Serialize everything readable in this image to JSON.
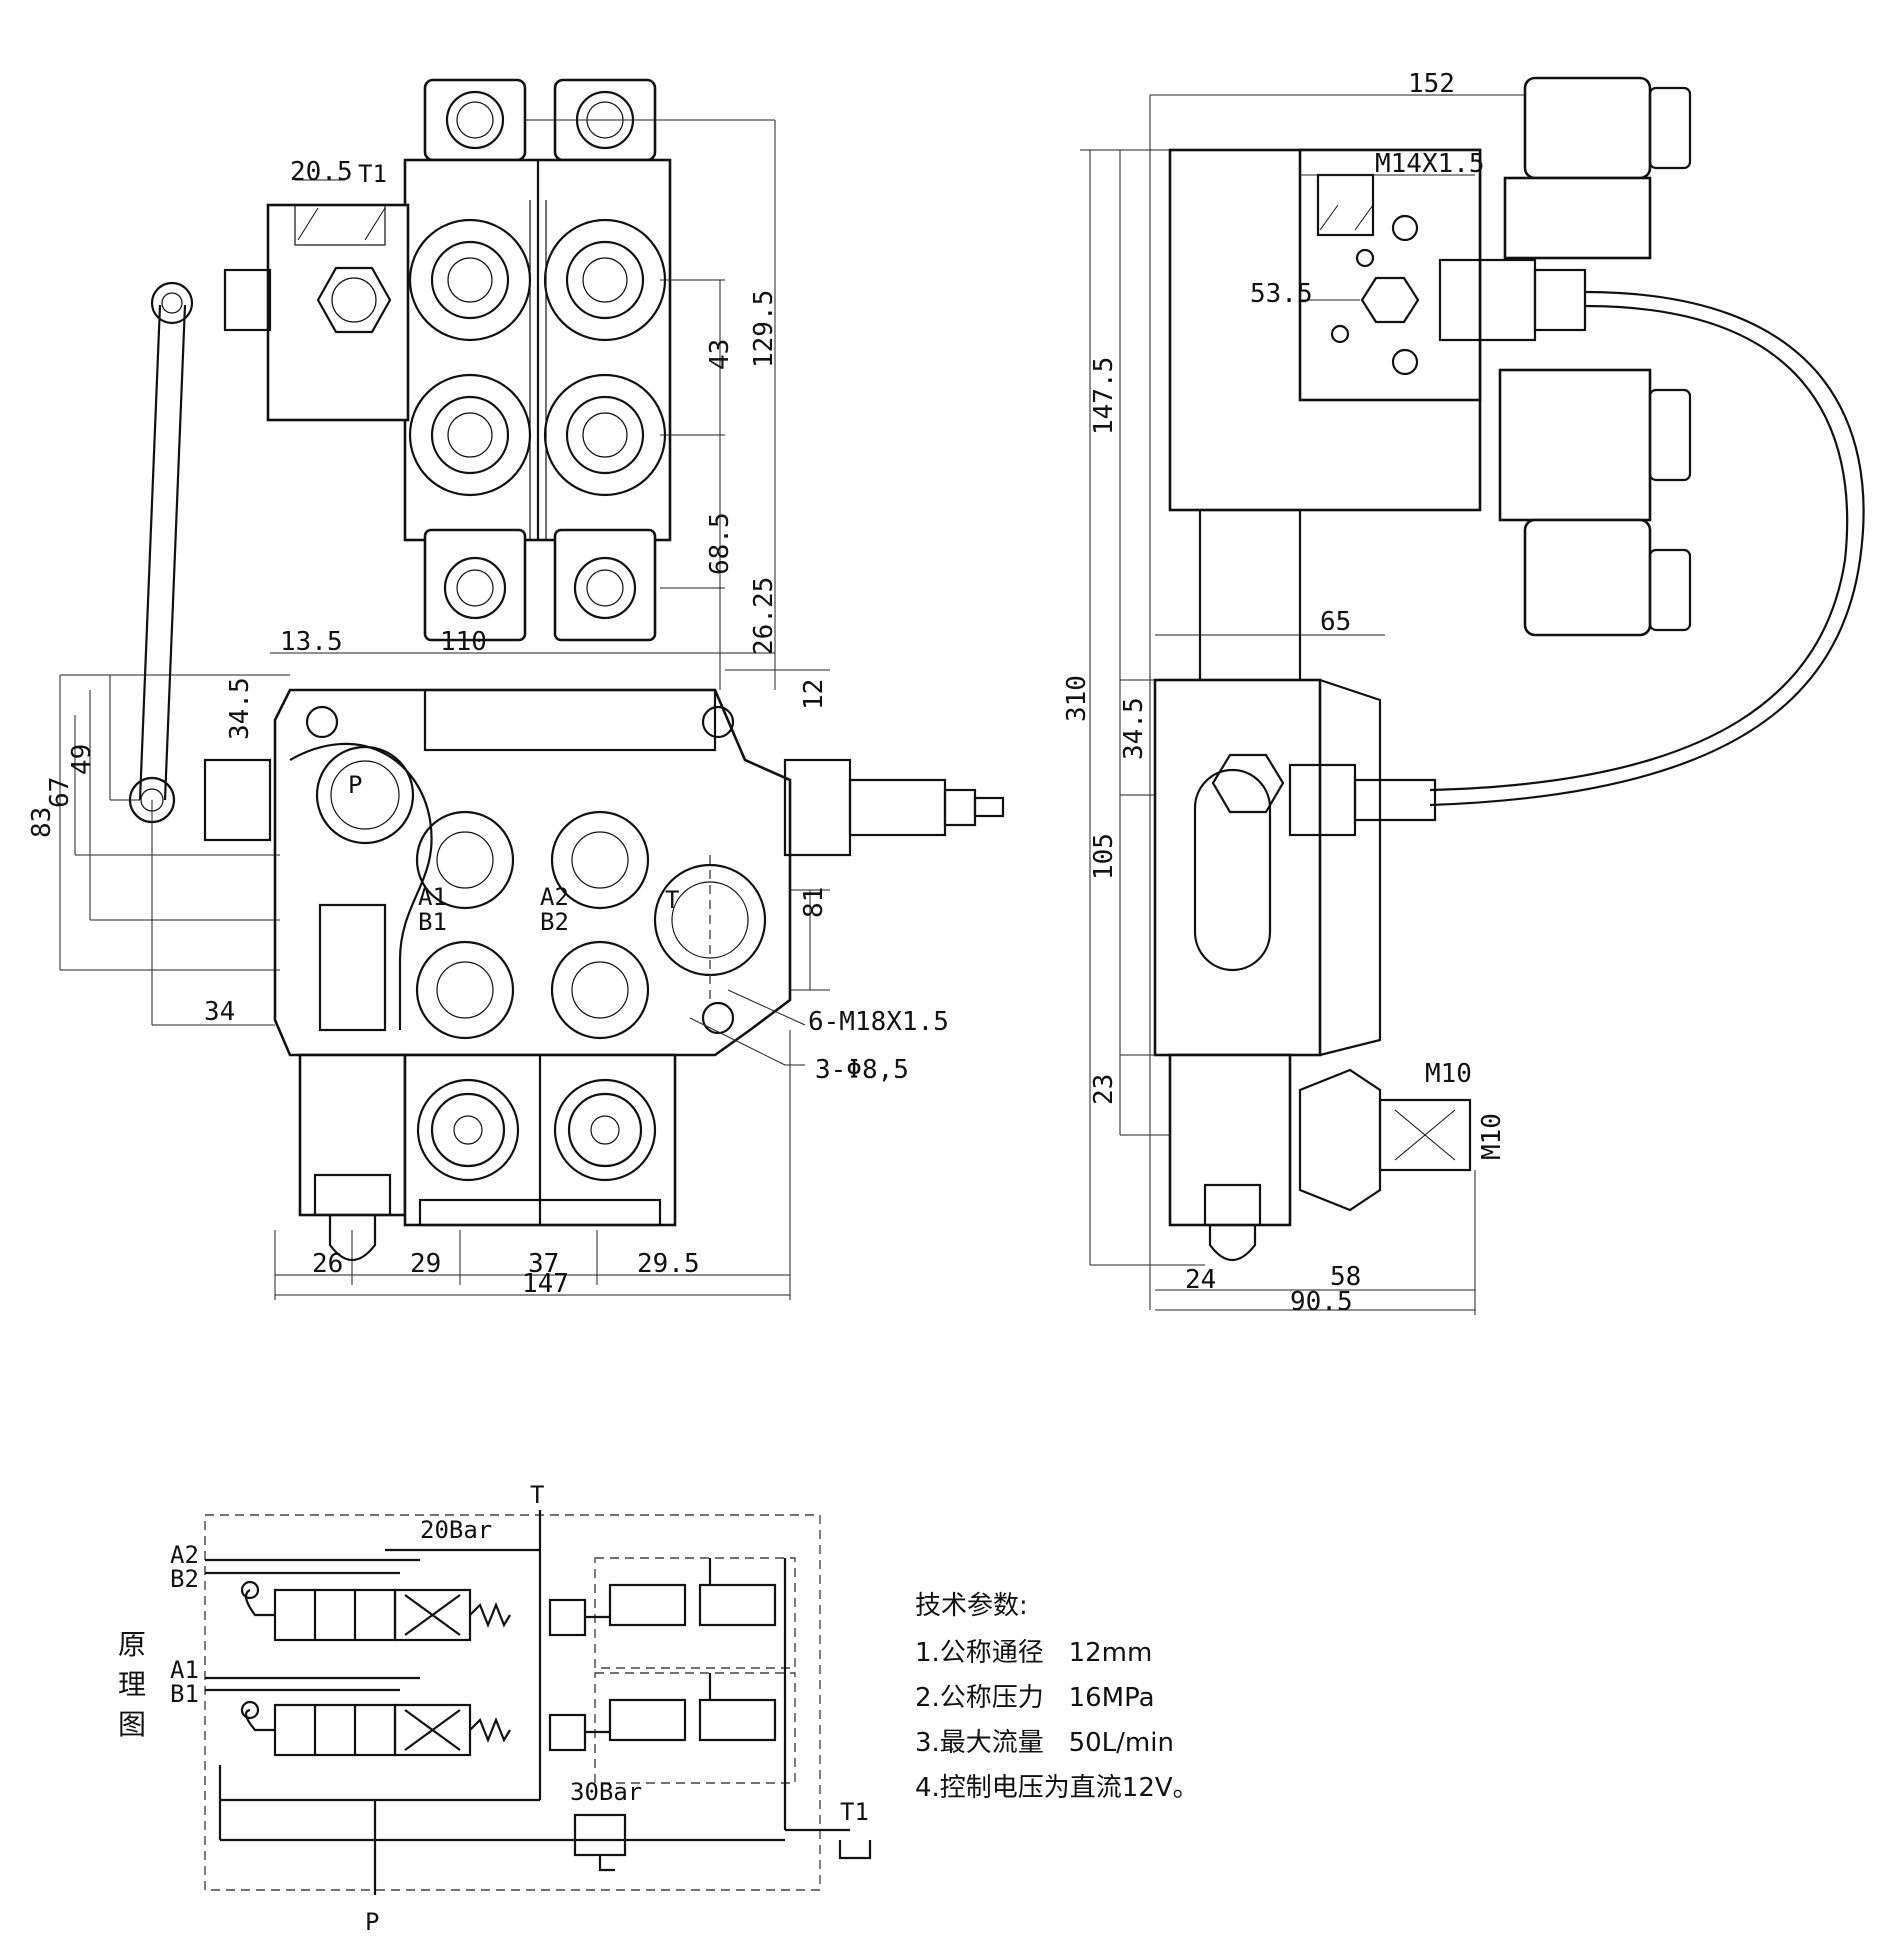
{
  "views": {
    "front": {
      "ports": {
        "t1": "T1",
        "p": "P",
        "a1": "A1",
        "b1": "B1",
        "a2": "A2",
        "b2": "B2",
        "t": "T"
      },
      "dimensions": {
        "d20_5": "20.5",
        "d129_5": "129.5",
        "d43": "43",
        "d68_5": "68.5",
        "d26_25": "26.25",
        "d13_5": "13.5",
        "d110": "110",
        "d12": "12",
        "d34_5": "34.5",
        "d49": "49",
        "d67": "67",
        "d83": "83",
        "d81": "81",
        "d34": "34",
        "d26": "26",
        "d29": "29",
        "d37": "37",
        "d29_5": "29.5",
        "d147": "147"
      },
      "callouts": {
        "thread": "6-M18X1.5",
        "holes": "3-Φ8,5"
      }
    },
    "side": {
      "dimensions": {
        "d152": "152",
        "d147_5": "147.5",
        "d53_5": "53.5",
        "d310": "310",
        "d65": "65",
        "d34_5": "34.5",
        "d105": "105",
        "d23": "23",
        "d24": "24",
        "d58": "58",
        "d90_5": "90.5"
      },
      "callouts": {
        "thread_top": "M14X1.5",
        "m10_a": "M10",
        "m10_b": "M10"
      }
    }
  },
  "schematic": {
    "title": "原理图",
    "labels": {
      "t": "T",
      "p": "P",
      "t1": "T1",
      "a2": "A2",
      "b2": "B2",
      "a1": "A1",
      "b1": "B1",
      "p20": "20Bar",
      "p30": "30Bar"
    }
  },
  "specs": {
    "heading": "技术参数:",
    "items": [
      "1.公称通径   12mm",
      "2.公称压力   16MPa",
      "3.最大流量   50L/min",
      "4.控制电压为直流12V。"
    ]
  }
}
